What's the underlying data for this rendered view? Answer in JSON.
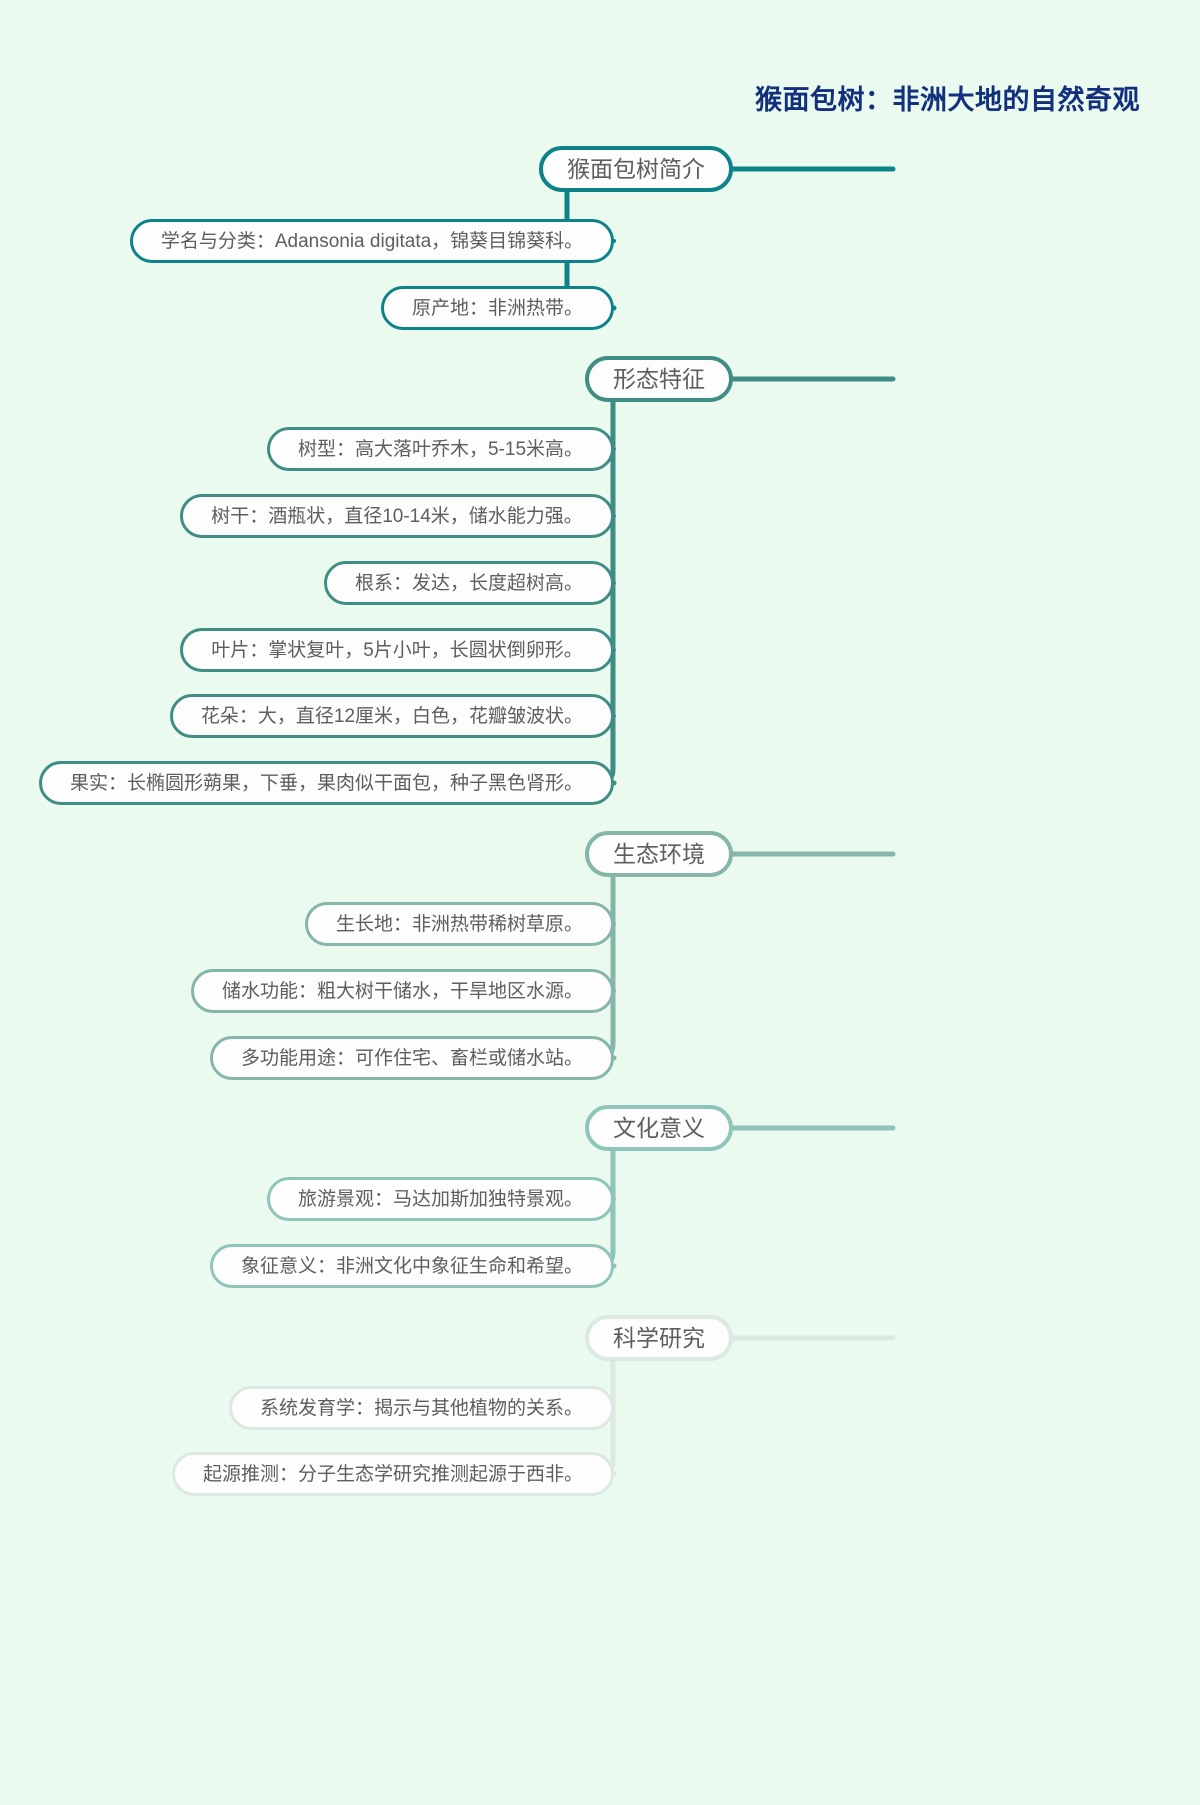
{
  "page": {
    "title": "猴面包树：非洲大地的自然奇观",
    "background_color": "#eafaee",
    "title_color": "#13307e",
    "node_fill": "#fdfdfd",
    "node_text_color": "#5e5e5e",
    "type": "mindmap"
  },
  "branch_colors": [
    "#0d8289",
    "#3f8d84",
    "#86b6a9",
    "#8fc4bb",
    "#dbe9e2"
  ],
  "spine": {
    "gradient_stops": [
      "#0d8289",
      "#4f948d",
      "#9fbdb6",
      "#62bdba",
      "#dceee8"
    ]
  },
  "branches": [
    {
      "id": "intro",
      "label": "猴面包树简介",
      "color": "#0d8289",
      "children": [
        {
          "label": "学名与分类：Adansonia digitata，锦葵目锦葵科。"
        },
        {
          "label": "原产地：非洲热带。"
        }
      ]
    },
    {
      "id": "morphology",
      "label": "形态特征",
      "color": "#3f8d84",
      "children": [
        {
          "label": "树型：高大落叶乔木，5-15米高。"
        },
        {
          "label": "树干：酒瓶状，直径10-14米，储水能力强。"
        },
        {
          "label": "根系：发达，长度超树高。"
        },
        {
          "label": "叶片：掌状复叶，5片小叶，长圆状倒卵形。"
        },
        {
          "label": "花朵：大，直径12厘米，白色，花瓣皱波状。"
        },
        {
          "label": "果实：长椭圆形蒴果，下垂，果肉似干面包，种子黑色肾形。"
        }
      ]
    },
    {
      "id": "ecology",
      "label": "生态环境",
      "color": "#86b6a9",
      "children": [
        {
          "label": "生长地：非洲热带稀树草原。"
        },
        {
          "label": "储水功能：粗大树干储水，干旱地区水源。"
        },
        {
          "label": "多功能用途：可作住宅、畜栏或储水站。"
        }
      ]
    },
    {
      "id": "culture",
      "label": "文化意义",
      "color": "#8fc4bb",
      "children": [
        {
          "label": "旅游景观：马达加斯加独特景观。"
        },
        {
          "label": "象征意义：非洲文化中象征生命和希望。"
        }
      ]
    },
    {
      "id": "research",
      "label": "科学研究",
      "color": "#dbe9e2",
      "children": [
        {
          "label": "系统发育学：揭示与其他植物的关系。"
        },
        {
          "label": "起源推测：分子生态学研究推测起源于西非。"
        }
      ]
    }
  ]
}
